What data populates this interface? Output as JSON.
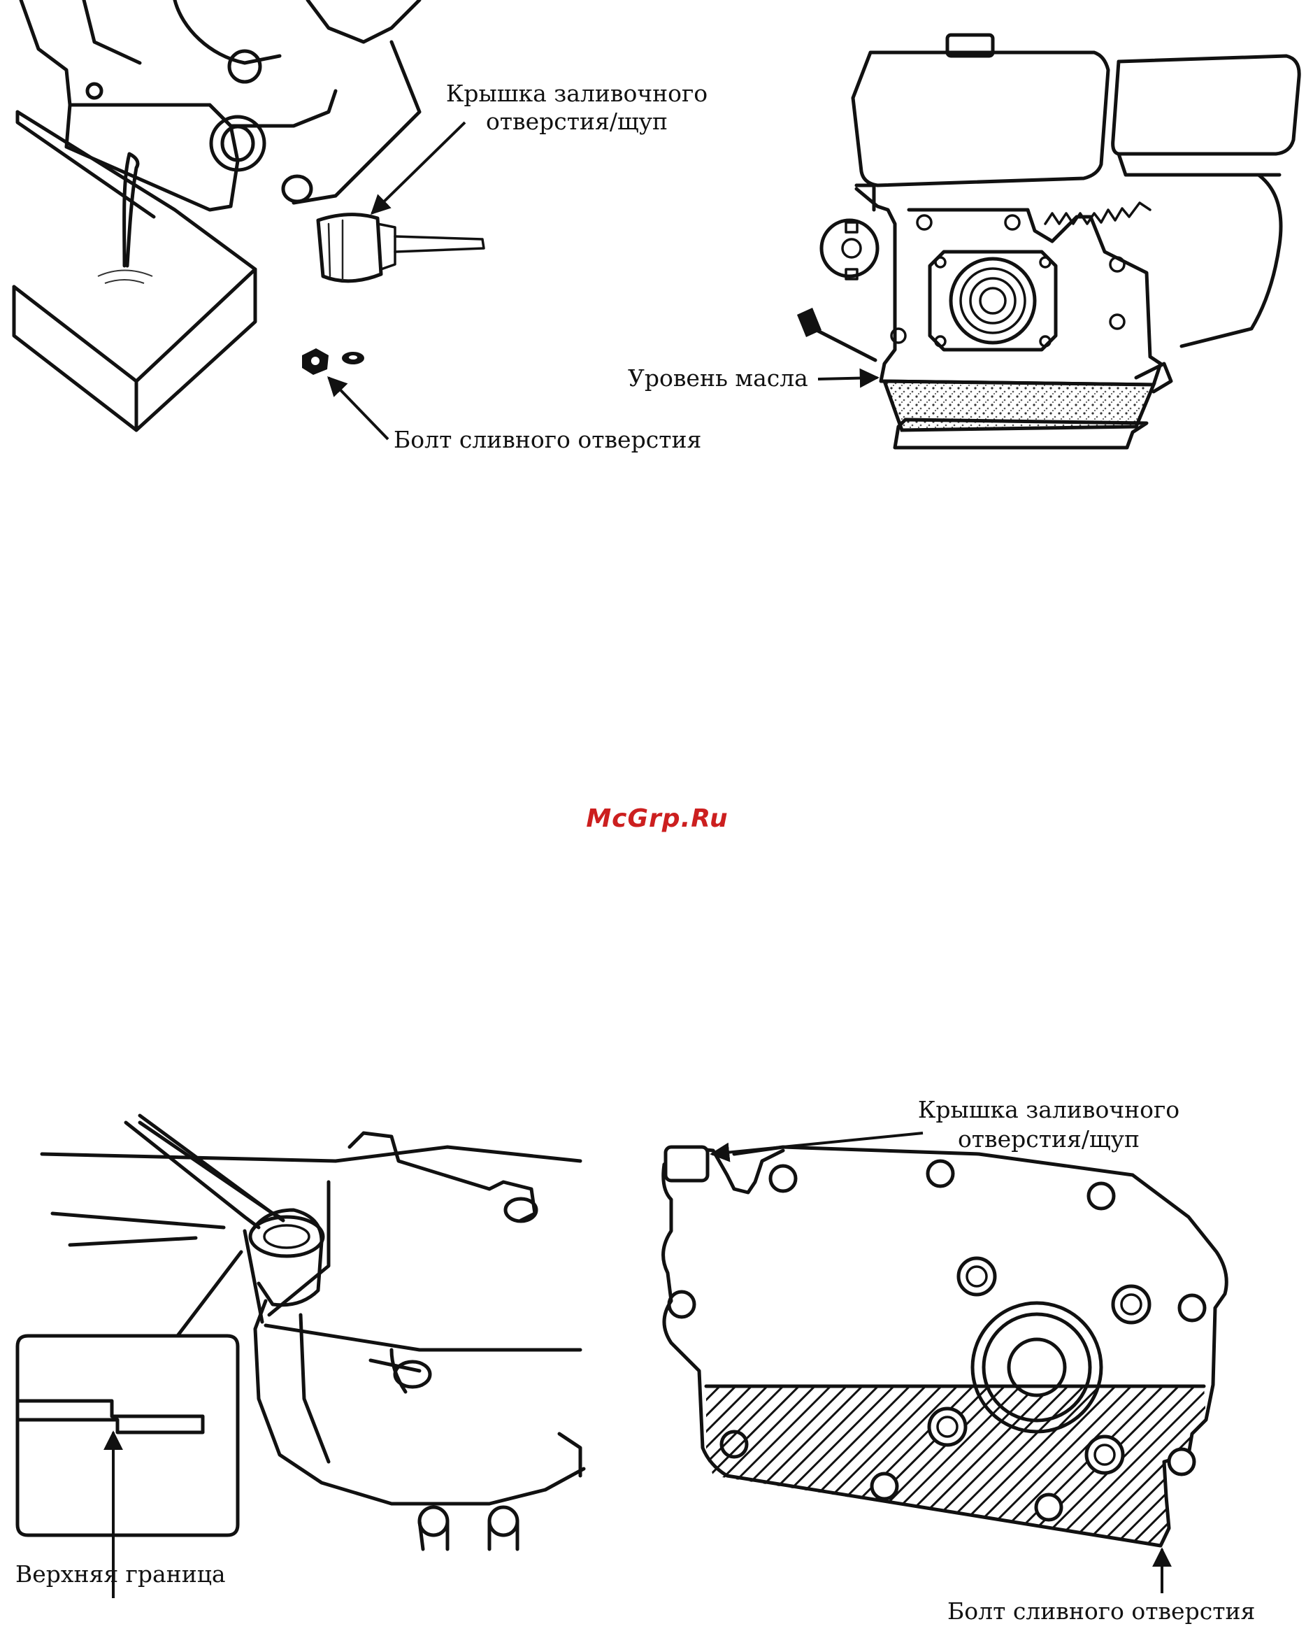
{
  "figure1": {
    "label_filler_cap_line1": "Крышка заливочного",
    "label_filler_cap_line2": "отверстия/щуп",
    "label_drain_bolt": "Болт сливного отверстия"
  },
  "figure2": {
    "label_oil_level": "Уровень масла"
  },
  "watermark": {
    "text": "McGrp.Ru",
    "color": "#cc1f1f"
  },
  "figure3": {
    "label_upper_limit": "Верхняя граница"
  },
  "figure4": {
    "label_filler_cap_line1": "Крышка заливочного",
    "label_filler_cap_line2": "отверстия/щуп",
    "label_drain_bolt": "Болт сливного отверстия"
  }
}
